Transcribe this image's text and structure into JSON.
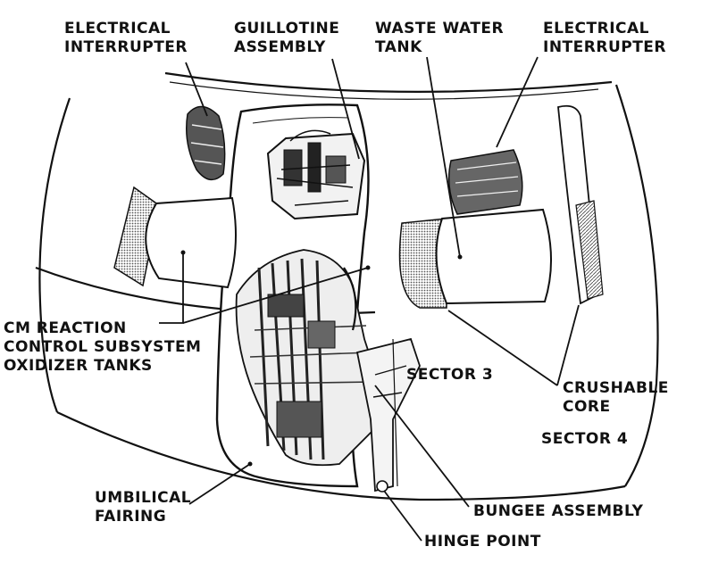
{
  "labels": {
    "electrical_interrupter_left": [
      "ELECTRICAL",
      "INTERRUPTER"
    ],
    "guillotine_assembly": [
      "GUILLOTINE",
      "ASSEMBLY"
    ],
    "waste_water_tank": [
      "WASTE WATER",
      "TANK"
    ],
    "electrical_interrupter_right": [
      "ELECTRICAL",
      "INTERRUPTER"
    ],
    "cm_rcs_oxidizer_tanks": [
      "CM REACTION",
      "CONTROL SUBSYSTEM",
      "OXIDIZER TANKS"
    ],
    "sector_3": "SECTOR 3",
    "crushable_core": [
      "CRUSHABLE",
      "CORE"
    ],
    "sector_4": "SECTOR 4",
    "umbilical_fairing": [
      "UMBILICAL",
      "FAIRING"
    ],
    "bungee_assembly": "BUNGEE ASSEMBLY",
    "hinge_point": "HINGE POINT"
  },
  "colors": {
    "ink": "#111111",
    "background": "#ffffff",
    "shade": "#9a9a9a"
  }
}
